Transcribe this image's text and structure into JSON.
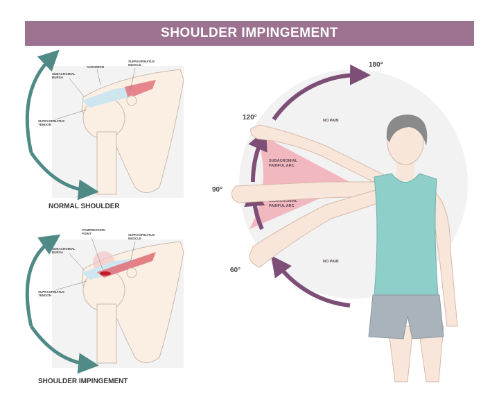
{
  "title": "SHOULDER IMPINGEMENT",
  "normal": {
    "caption": "NORMAL SHOULDER",
    "labels": {
      "bursa": [
        "SUBACROMIAL",
        "BURSA"
      ],
      "acromion": "ACROMION",
      "muscle": [
        "SUPRASPINATUS",
        "MUSCLE"
      ],
      "tendon": [
        "SUPRASPINATUS",
        "TENDON"
      ]
    }
  },
  "impingement": {
    "caption": "SHOULDER IMPINGEMENT",
    "labels": {
      "bursa": [
        "SUBACROMIAL",
        "BURSA"
      ],
      "compression": [
        "COMPRESSION",
        "POINT"
      ],
      "muscle": [
        "SUPRASPINATUS",
        "MUSCLE"
      ],
      "tendon": [
        "SUPRASPINATUS",
        "TENDON"
      ]
    }
  },
  "arc": {
    "degrees": [
      "180°",
      "120°",
      "90°",
      "60°"
    ],
    "zones": {
      "no_pain_top": "NO PAIN",
      "painful_upper": [
        "SUBACROMIAL",
        "PAINFUL ARC"
      ],
      "painful_lower": [
        "SUBACROMIAL",
        "PAINFUL ARC"
      ],
      "no_pain_bottom": "NO PAIN"
    }
  },
  "colors": {
    "title_bar": "#9c7290",
    "arrow_teal": "#4f8a86",
    "arrow_purple": "#7d4f77",
    "painful": "#f2b8bf",
    "bursa": "#cde6ef",
    "muscle": "#e2737c",
    "skin": "#f8e6da",
    "shirt": "#8ecfca",
    "shorts": "#a9b3bb"
  }
}
